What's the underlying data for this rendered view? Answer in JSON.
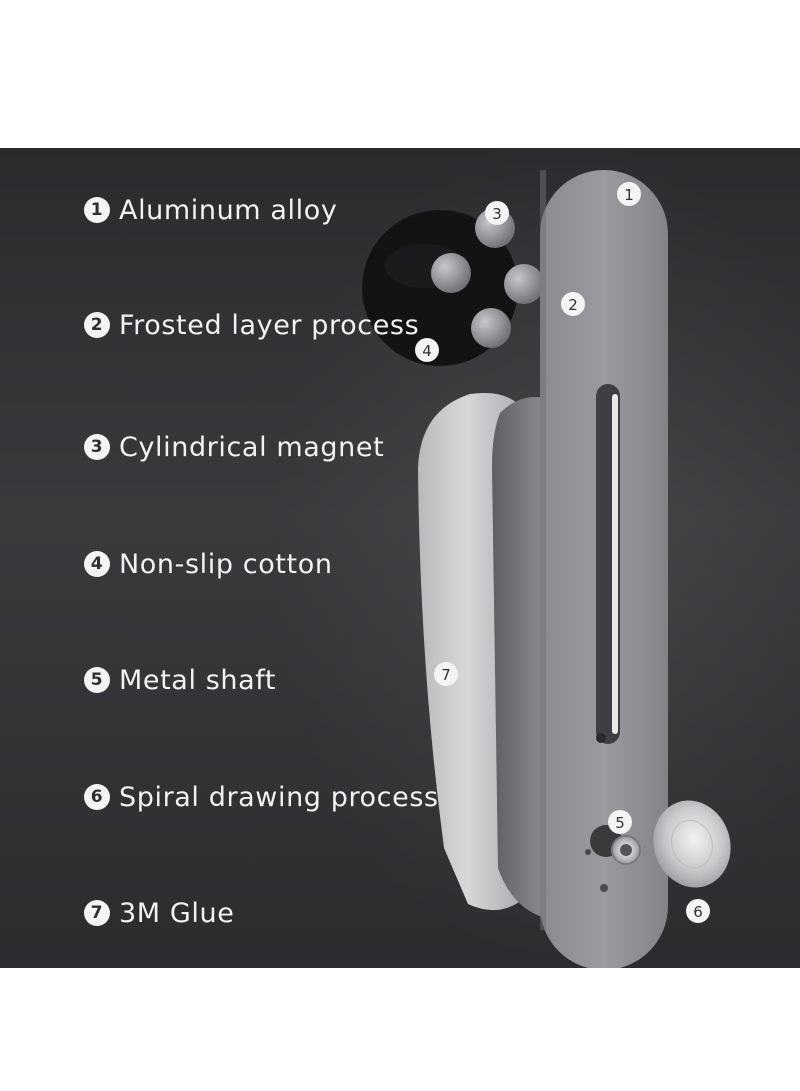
{
  "features": [
    {
      "number": "1",
      "label": "Aluminum alloy"
    },
    {
      "number": "2",
      "label": "Frosted layer process"
    },
    {
      "number": "3",
      "label": "Cylindrical magnet"
    },
    {
      "number": "4",
      "label": "Non-slip cotton"
    },
    {
      "number": "5",
      "label": "Metal shaft"
    },
    {
      "number": "6",
      "label": "Spiral drawing process"
    },
    {
      "number": "7",
      "label": "3M Glue"
    }
  ],
  "callouts": [
    "1",
    "2",
    "3",
    "4",
    "5",
    "6",
    "7"
  ],
  "colors": {
    "background": "#333336",
    "text": "#f2f2f2",
    "badge": "#f4f4f4",
    "aluminum": "#8e8e92",
    "adhesive_plate": "#c9c9cb"
  }
}
